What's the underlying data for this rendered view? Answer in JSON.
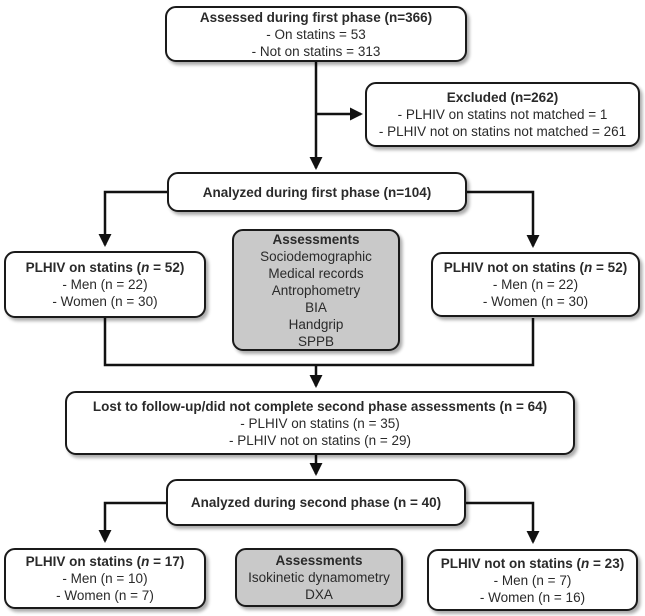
{
  "colors": {
    "box_border": "#1a1a1a",
    "box_fill": "#ffffff",
    "assessment_fill": "#c9c9c9",
    "text": "#2a2a2a",
    "arrow": "#111111",
    "page_bg": "#ffffff"
  },
  "boxes": {
    "assessed_first": {
      "title": "Assessed during first phase (n=366)",
      "lines": [
        "- On statins = 53",
        "- Not on statins = 313"
      ]
    },
    "excluded": {
      "title": "Excluded (n=262)",
      "lines": [
        "- PLHIV on statins not matched = 1",
        "- PLHIV not on statins not matched = 261"
      ]
    },
    "analyzed_first": {
      "title": "Analyzed during first phase (n=104)"
    },
    "plhiv_on_first": {
      "title_pre": "PLHIV on statins (",
      "title_n": "n",
      "title_post": " = 52)",
      "lines": [
        "- Men (n = 22)",
        "- Women (n = 30)"
      ]
    },
    "assessments_first": {
      "title": "Assessments",
      "items": [
        "Sociodemographic",
        "Medical records",
        "Antrophometry",
        "BIA",
        "Handgrip",
        "SPPB"
      ]
    },
    "plhiv_not_first": {
      "title_pre": "PLHIV not on statins (",
      "title_n": "n",
      "title_post": " = 52)",
      "lines": [
        "- Men (n = 22)",
        "- Women (n = 30)"
      ]
    },
    "lost": {
      "title": "Lost to follow-up/did not complete second phase assessments (n = 64)",
      "lines": [
        "- PLHIV on statins (n = 35)",
        "- PLHIV not on statins (n = 29)"
      ]
    },
    "analyzed_second": {
      "title": "Analyzed during second phase (n = 40)"
    },
    "plhiv_on_second": {
      "title_pre": "PLHIV on statins (",
      "title_n": "n",
      "title_post": " = 17)",
      "lines": [
        "- Men (n = 10)",
        "- Women (n = 7)"
      ]
    },
    "assessments_second": {
      "title": "Assessments",
      "items": [
        "Isokinetic dynamometry",
        "DXA"
      ]
    },
    "plhiv_not_second": {
      "title_pre": "PLHIV not on statins (",
      "title_n": "n",
      "title_post": " = 23)",
      "lines": [
        "- Men (n = 7)",
        "- Women (n = 16)"
      ]
    }
  }
}
